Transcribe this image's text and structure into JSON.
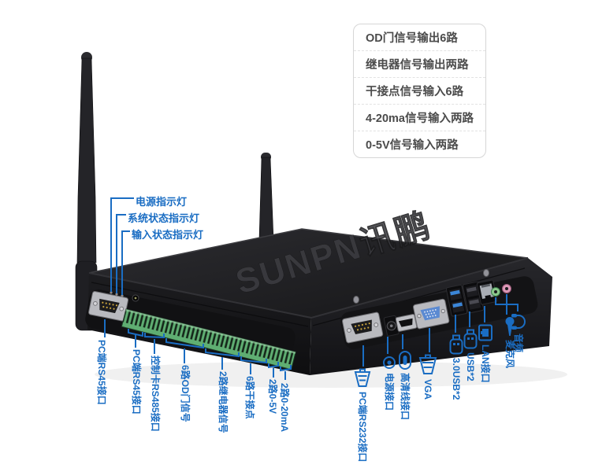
{
  "feature_list": {
    "items": [
      "OD门信号输出6路",
      "继电器信号输出两路",
      "干接点信号输入6路",
      "4-20ma信号输入两路",
      "0-5V信号输入两路"
    ]
  },
  "indicator_labels": {
    "items": [
      "电源指示灯",
      "系统状态指示灯",
      "输入状态指示灯"
    ]
  },
  "terminal_labels": {
    "items": [
      "PC端RS45接口",
      "PC端RS45接口",
      "控制卡RS485接口",
      "6路OD门信号",
      "2路继电器信号",
      "6路干接点",
      "2路0-5V",
      "2路0-20mA"
    ]
  },
  "io_labels": {
    "items": [
      {
        "label": "PC端RS232接口",
        "icon": "serial-connector-icon"
      },
      {
        "label": "电源接口",
        "icon": "power-icon"
      },
      {
        "label": "高清线接口",
        "icon": "hdmi-icon"
      },
      {
        "label": "VGA",
        "icon": "vga-connector-icon"
      },
      {
        "label": "3.0USB*2",
        "icon": "usb-icon"
      },
      {
        "label": "USB*2",
        "icon": "usb-icon"
      },
      {
        "label": "LAN接口",
        "icon": "lan-icon"
      },
      {
        "label": "麦克风",
        "icon": "microphone-icon"
      },
      {
        "label": "音频",
        "icon": "headphones-icon"
      }
    ]
  },
  "watermark": "SUNPN讯鹏",
  "colors": {
    "accent_blue": "#1a6dc3",
    "terminal_green": "#5fae72",
    "usb3_blue": "#3b86d8",
    "audio_jack_green": "#8cc98c",
    "mic_jack_pink": "#de9ab8",
    "feature_text": "#4b4b4b"
  }
}
